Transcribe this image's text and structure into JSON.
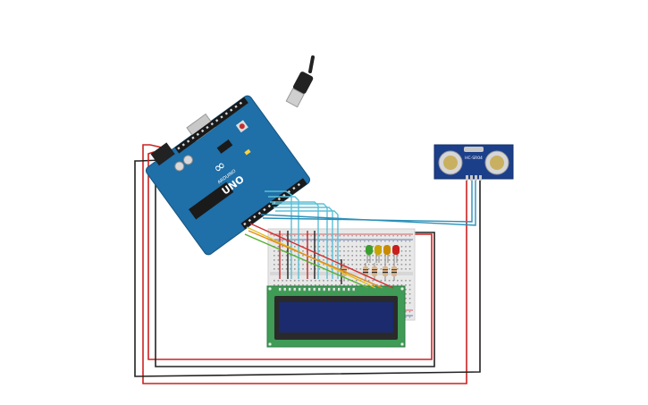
{
  "arduino": {
    "logo": "∞",
    "brand": "ARDUINO",
    "model": "UNO"
  },
  "sensor": {
    "model": "HC-SR04"
  },
  "leds": [
    {
      "color": "#3a9e2f"
    },
    {
      "color": "#c9a400"
    },
    {
      "color": "#c98a00"
    },
    {
      "color": "#c81e1e"
    }
  ],
  "wire_colors": {
    "power": "#cc2222",
    "ground": "#222222",
    "signal_cyan": "#5bbfd6",
    "signal_teal": "#2a8fb8",
    "signal_yellow": "#e2c020",
    "signal_orange": "#e08a1e",
    "signal_green": "#55b030",
    "signal_red": "#d03030"
  },
  "components": {
    "board_color": "#1f6fa8",
    "lcd_pcb_color": "#3f9b55",
    "lcd_screen_color": "#1b2b6e",
    "sensor_pcb_color": "#1c3f8a"
  }
}
